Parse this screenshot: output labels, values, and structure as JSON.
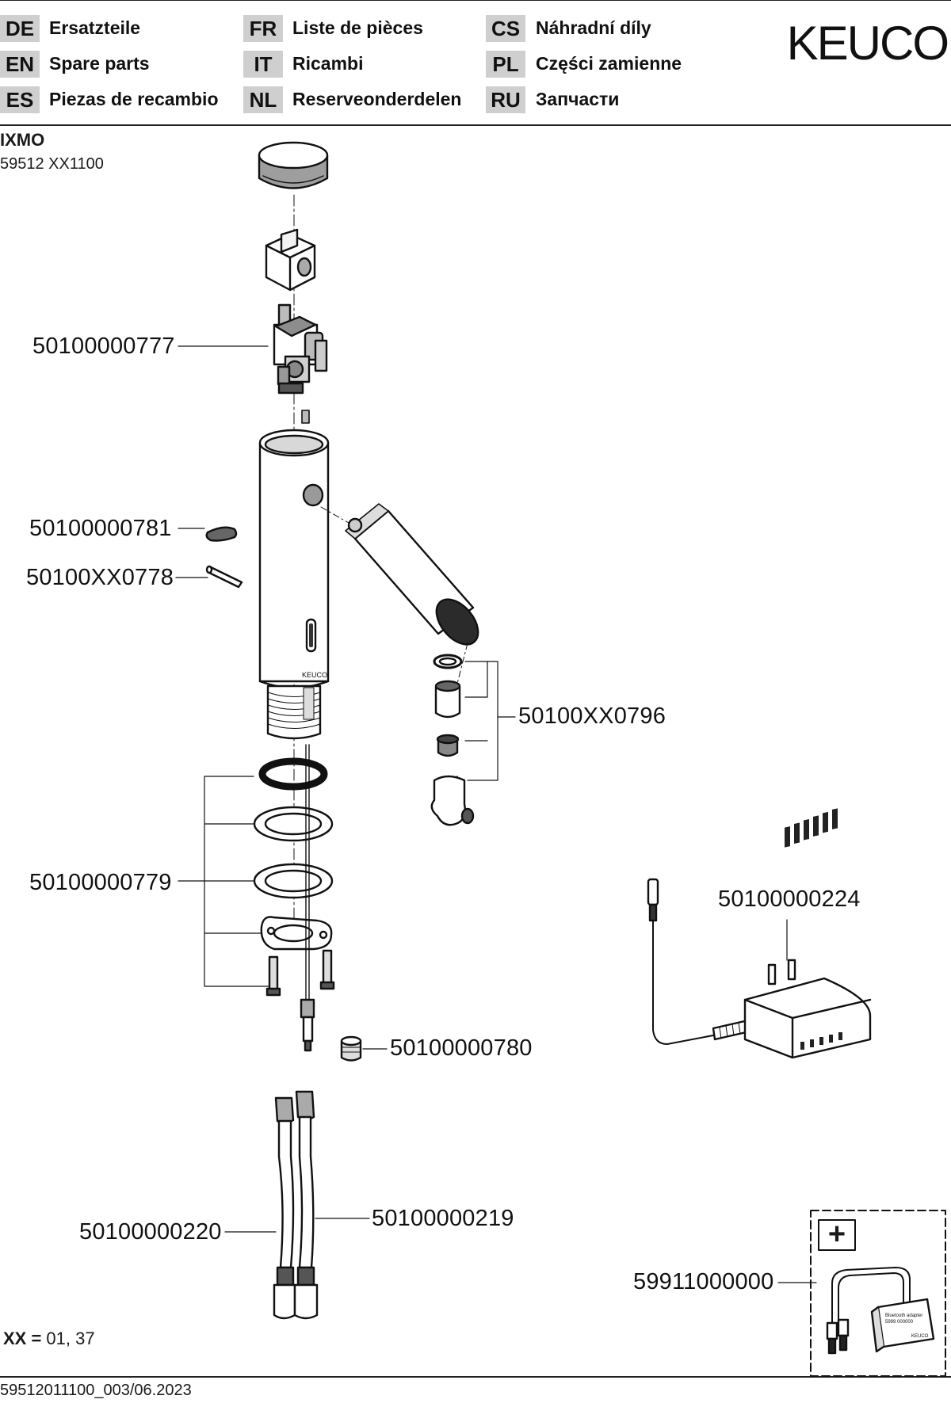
{
  "languages": [
    {
      "code": "DE",
      "label": "Ersatzteile"
    },
    {
      "code": "EN",
      "label": "Spare parts"
    },
    {
      "code": "ES",
      "label": "Piezas de recambio"
    },
    {
      "code": "FR",
      "label": "Liste de pièces"
    },
    {
      "code": "IT",
      "label": "Ricambi"
    },
    {
      "code": "NL",
      "label": "Reserveonderdelen"
    },
    {
      "code": "CS",
      "label": "Náhradní díly"
    },
    {
      "code": "PL",
      "label": "Części zamienne"
    },
    {
      "code": "RU",
      "label": "Запчасти"
    }
  ],
  "brand": "KEUCO",
  "product": {
    "name": "IXMO",
    "number": "59512 XX1100"
  },
  "body_logo": "KEUCO",
  "parts": {
    "p777": "50100000777",
    "p781": "50100000781",
    "p778": "50100XX0778",
    "p796": "50100XX0796",
    "p779": "50100000779",
    "p224": "50100000224",
    "p780": "50100000780",
    "p220": "50100000220",
    "p219": "50100000219",
    "p999": "59911000000"
  },
  "accessory_symbol": "+",
  "adapter_label": {
    "line1": "Bluetooth adapter",
    "line2": "5999 000000",
    "line3": "KEUCO"
  },
  "xx_note": {
    "key": "XX =",
    "value": " 01, 37"
  },
  "footer": "59512011100_003/06.2023"
}
